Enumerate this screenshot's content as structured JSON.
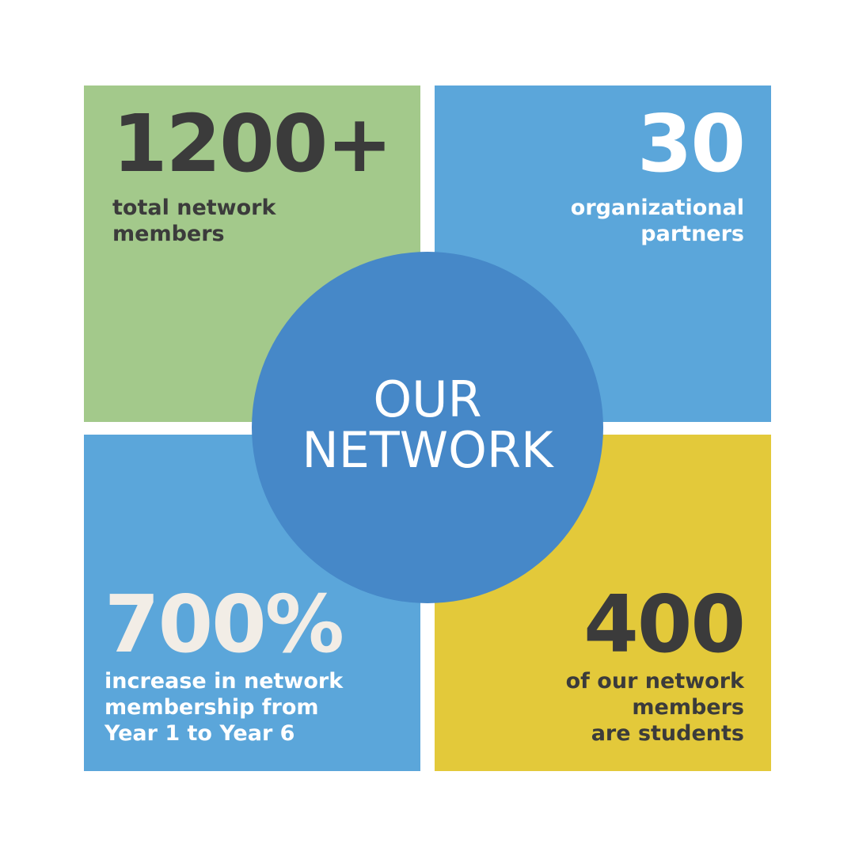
{
  "center": {
    "title_lines": [
      "OUR",
      "NETWORK"
    ],
    "color": "#4688c8"
  },
  "stats": [
    {
      "value": "1200+",
      "description_lines": [
        "total network",
        "members"
      ],
      "background": "#a3c98b"
    },
    {
      "value": "30",
      "description_lines": [
        "organizational",
        "partners"
      ],
      "background": "#5ba6da"
    },
    {
      "value": "700%",
      "description_lines": [
        "increase in network",
        "membership from",
        "Year 1 to Year 6"
      ],
      "background": "#5ba6da"
    },
    {
      "value": "400",
      "description_lines": [
        "of our network",
        "members",
        "are students"
      ],
      "background": "#e3c93a"
    }
  ]
}
